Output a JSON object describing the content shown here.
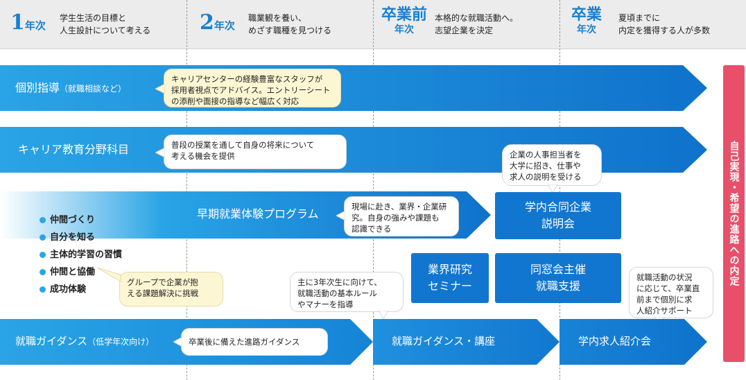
{
  "header": {
    "years": [
      {
        "num": "1",
        "suffix": "年次",
        "desc": "学生生活の目標と\n人生設計について考える"
      },
      {
        "num": "2",
        "suffix": "年次",
        "desc": "職業観を養い、\nめざす職種を見つける"
      },
      {
        "num": "卒業前",
        "suffix": "年次",
        "desc": "本格的な就職活動へ。\n志望企業を決定"
      },
      {
        "num": "卒業",
        "suffix": "年次",
        "desc": "夏頃までに\n内定を獲得する人が多数"
      }
    ]
  },
  "rows": {
    "individual": {
      "label": "個別指導",
      "sub": "（就職相談など）",
      "bubble": "キャリアセンターの経験豊富なスタッフが\n採用者視点でアドバイス。エントリーシート\nの添削や面接の指導など幅広く対応"
    },
    "career": {
      "label": "キャリア教育分野科目",
      "bubble": "普段の授業を通して自身の将来について\n考える機会を提供"
    },
    "early": {
      "label": "早期就業体験プログラム",
      "bubble": "現場に赴き、業界・企業研\n究。自身の強みや課題も\n認識できる"
    },
    "guidance_low": {
      "label": "就職ガイダンス",
      "sub": "（低学年次向け）",
      "bubble": "卒業後に備えた進路ガイダンス"
    },
    "guidance": {
      "label": "就職ガイダンス・講座",
      "bubble": "主に3年次生に向けて、\n就職活動の基本ルール\nやマナーを指導"
    },
    "job_intro": {
      "label": "学内求人紹介会",
      "bubble": "就職活動の状況\nに応じて、卒業直\n前まで個別に求\n人紹介サポート"
    }
  },
  "boxes": {
    "joint_fair": {
      "label": "学内合同企業\n説明会",
      "bubble": "企業の人事担当者を\n大学に招き、仕事や\n求人の説明を受ける"
    },
    "industry_seminar": {
      "label": "業界研究\nセミナー"
    },
    "alumni": {
      "label": "同窓会主催\n就職支援"
    }
  },
  "bullets": [
    "仲間づくり",
    "自分を知る",
    "主体的学習の習慣",
    "仲間と協働",
    "成功体験"
  ],
  "group_bubble": "グループで企業が抱\nえる課題解決に挑戦",
  "goal": "自己実現・希望の進路への内定",
  "colors": {
    "arrow_start": "#2aa4e6",
    "arrow_end": "#0f72cc",
    "box": "#1176d0",
    "accent_year": "#1a7fd0",
    "goal": "#e8506a",
    "cream": "#fdf6d3"
  }
}
